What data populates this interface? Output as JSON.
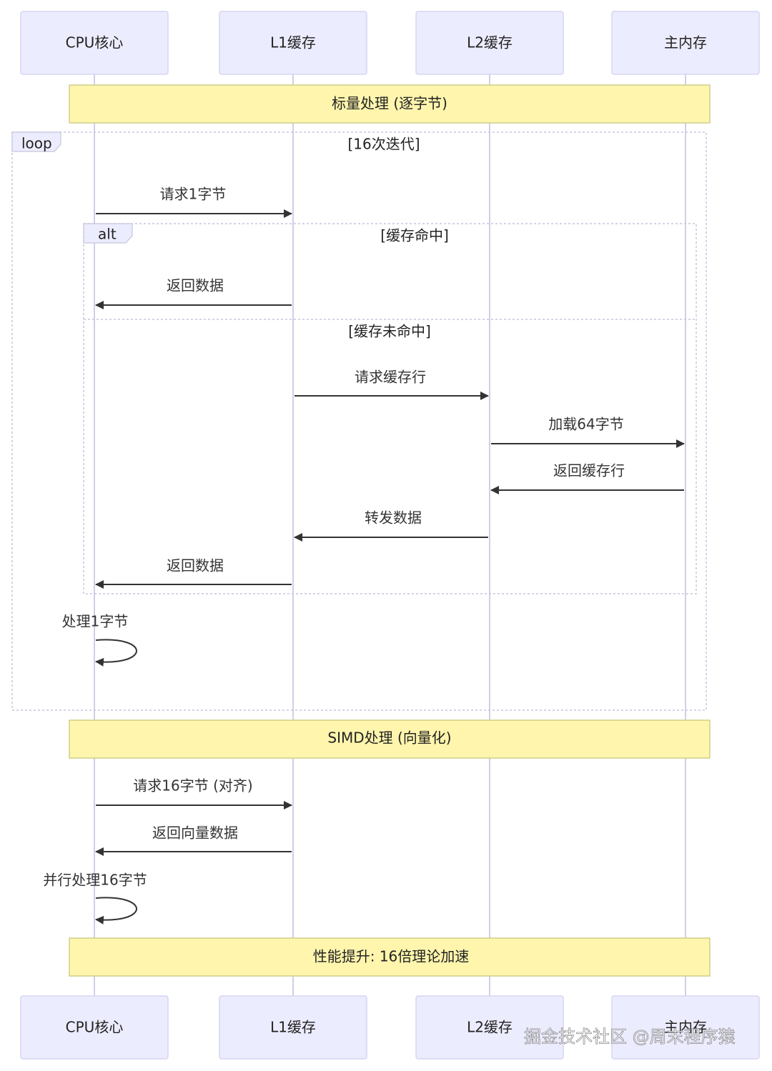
{
  "participants": [
    "CPU核心",
    "L1缓存",
    "L2缓存",
    "主内存"
  ],
  "notes": {
    "scalar": "标量处理 (逐字节)",
    "simd": "SIMD处理 (向量化)",
    "perf": "性能提升: 16倍理论加速"
  },
  "loop": {
    "tag": "loop",
    "condition": "[16次迭代]"
  },
  "alt": {
    "tag": "alt",
    "condition_hit": "[缓存命中]",
    "condition_miss": "[缓存未命中]"
  },
  "messages": {
    "req1": "请求1字节",
    "ret_hit": "返回数据",
    "req_line": "请求缓存行",
    "load64": "加载64字节",
    "ret_line": "返回缓存行",
    "forward": "转发数据",
    "ret_miss": "返回数据",
    "proc1": "处理1字节",
    "req16": "请求16字节 (对齐)",
    "ret_vec": "返回向量数据",
    "proc16": "并行处理16字节"
  },
  "watermark": "掘金技术社区 @周末程序猿"
}
